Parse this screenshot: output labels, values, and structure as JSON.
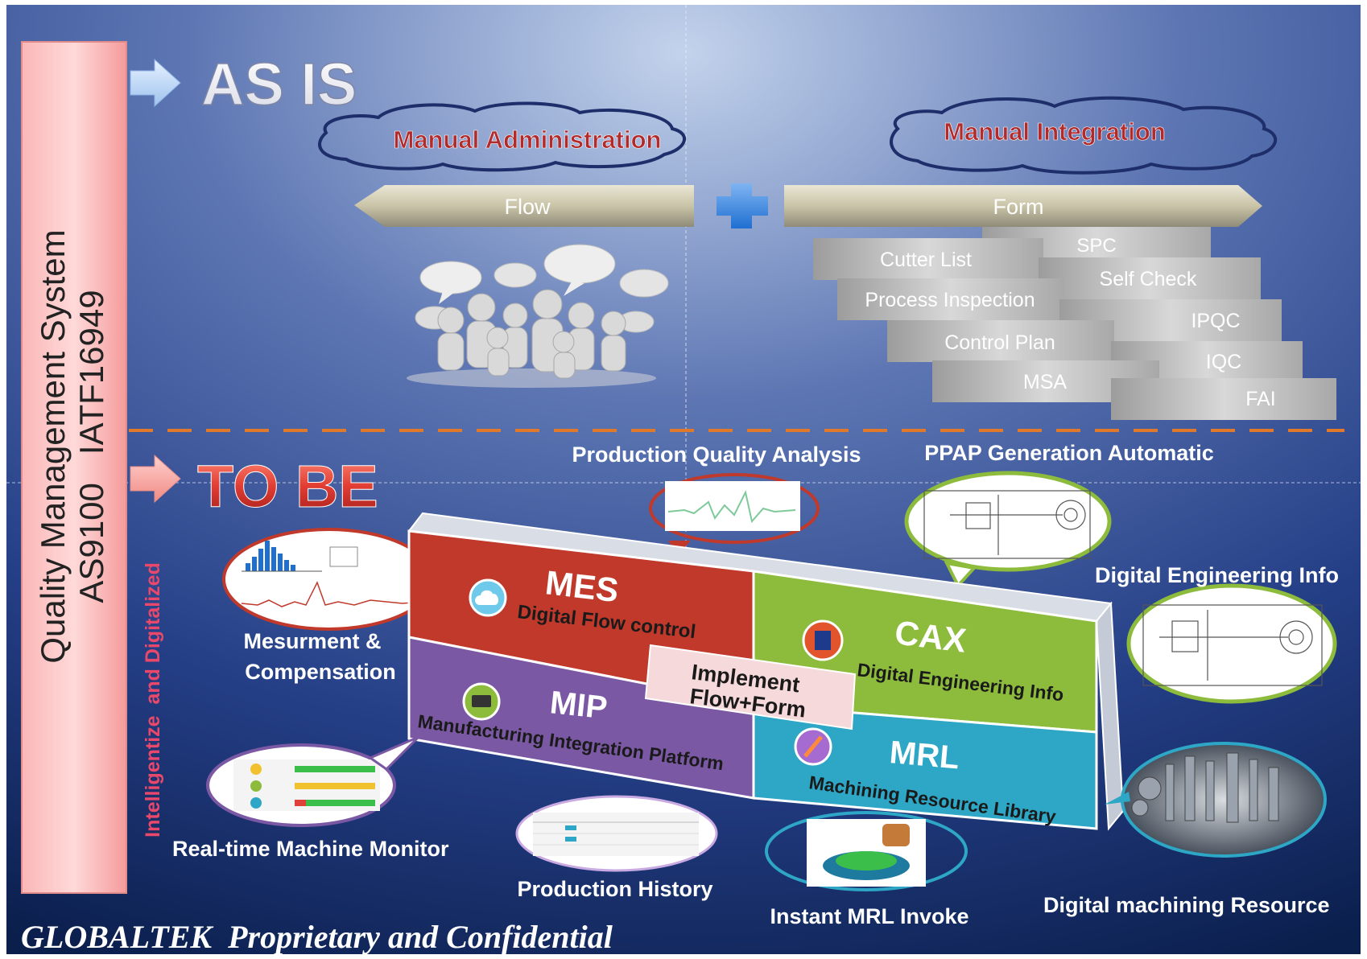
{
  "qms": {
    "line1": "Quality Management System",
    "line2": "AS9100   IATF16949"
  },
  "side_label": "Intelligentize  and Digitalized",
  "as_is": {
    "title": "AS IS",
    "cloud_left": "Manual Administration",
    "cloud_right": "Manual Integration",
    "arrow_left": "Flow",
    "arrow_right": "Form",
    "forms": [
      "SPC",
      "Cutter List",
      "Self Check",
      "Process Inspection",
      "IPQC",
      "Control Plan",
      "IQC",
      "MSA",
      "FAI"
    ]
  },
  "to_be": {
    "title": "TO BE",
    "top_label_1": "Production Quality Analysis",
    "top_label_2": "PPAP Generation Automatic",
    "blocks": {
      "mes": {
        "abbr": "MES",
        "desc": "Digital Flow control"
      },
      "cax": {
        "abbr": "CAX",
        "desc": "Digital Engineering Info"
      },
      "mip": {
        "abbr": "MIP",
        "desc": "Manufacturing Integration Platform"
      },
      "mrl": {
        "abbr": "MRL",
        "desc": "Machining Resource Library"
      }
    },
    "center_line1": "Implement",
    "center_line2": "Flow+Form",
    "labels": {
      "measure1": "Mesurment &",
      "measure2": "Compensation",
      "monitor": "Real-time Machine Monitor",
      "history": "Production History",
      "instant": "Instant MRL Invoke",
      "resource": "Digital machining Resource",
      "engineering": "Digital Engineering Info"
    }
  },
  "footer": "GLOBALTEK  Proprietary and Confidential",
  "colors": {
    "mes": "#c0392b",
    "cax": "#8dbb3c",
    "mip": "#7a58a4",
    "mrl": "#2ea6c6",
    "cloud_text": "#b22a2a",
    "dash": "#e07a2a",
    "to_be": "#e0403a"
  }
}
